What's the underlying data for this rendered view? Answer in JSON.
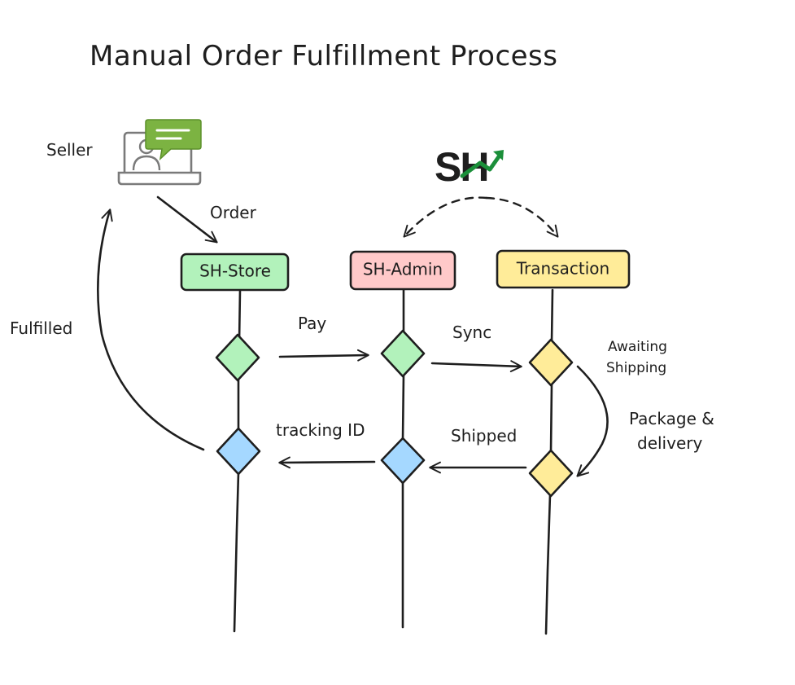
{
  "title": "Manual Order Fulfillment Process",
  "actor": {
    "label": "Seller",
    "icon": "laptop-user-chat-icon"
  },
  "logo": {
    "text": "SH",
    "accent_color": "#1b8f3a"
  },
  "lanes": [
    {
      "label": "SH-Store",
      "fill": "#b2f2bb"
    },
    {
      "label": "SH-Admin",
      "fill": "#ffc9c9"
    },
    {
      "label": "Transaction",
      "fill": "#ffec99"
    }
  ],
  "edges": {
    "order": "Order",
    "pay": "Pay",
    "sync": "Sync",
    "awaiting_line1": "Awaiting",
    "awaiting_line2": "Shipping",
    "package_line1": "Package &",
    "package_line2": "delivery",
    "shipped": "Shipped",
    "tracking": "tracking ID",
    "fulfilled": "Fulfilled"
  },
  "colors": {
    "green_diamond": "#b2f2bb",
    "yellow_diamond": "#ffec99",
    "blue_diamond": "#a5d8ff",
    "ink": "#1e1e1e",
    "chat_green": "#7cb342"
  }
}
